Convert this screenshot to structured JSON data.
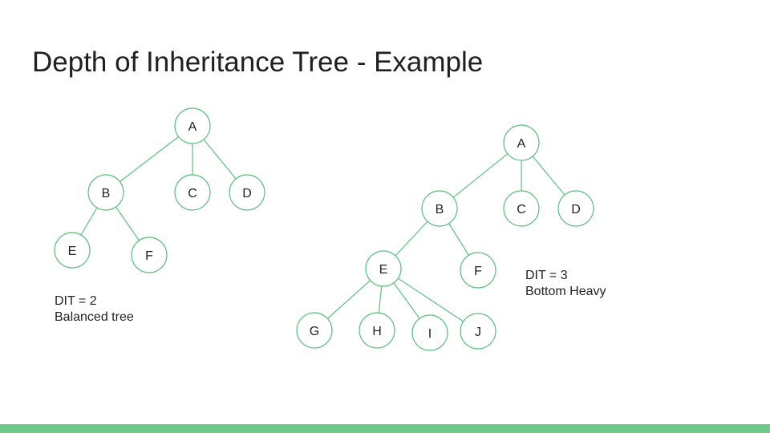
{
  "slide": {
    "title": "Depth of Inheritance Tree - Example"
  },
  "colors": {
    "accent": "#5fbf7d",
    "footer": "#6dcb8a",
    "text": "#202020"
  },
  "trees": [
    {
      "id": "left-tree",
      "caption": [
        "DIT = 2",
        "Balanced tree"
      ],
      "nodes": [
        {
          "id": "A",
          "label": "A"
        },
        {
          "id": "B",
          "label": "B"
        },
        {
          "id": "C",
          "label": "C"
        },
        {
          "id": "D",
          "label": "D"
        },
        {
          "id": "E",
          "label": "E"
        },
        {
          "id": "F",
          "label": "F"
        }
      ],
      "edges": [
        [
          "A",
          "B"
        ],
        [
          "A",
          "C"
        ],
        [
          "A",
          "D"
        ],
        [
          "B",
          "E"
        ],
        [
          "B",
          "F"
        ]
      ]
    },
    {
      "id": "right-tree",
      "caption": [
        "DIT = 3",
        "Bottom Heavy"
      ],
      "nodes": [
        {
          "id": "A",
          "label": "A"
        },
        {
          "id": "B",
          "label": "B"
        },
        {
          "id": "C",
          "label": "C"
        },
        {
          "id": "D",
          "label": "D"
        },
        {
          "id": "E",
          "label": "E"
        },
        {
          "id": "F",
          "label": "F"
        },
        {
          "id": "G",
          "label": "G"
        },
        {
          "id": "H",
          "label": "H"
        },
        {
          "id": "I",
          "label": "I"
        },
        {
          "id": "J",
          "label": "J"
        }
      ],
      "edges": [
        [
          "A",
          "B"
        ],
        [
          "A",
          "C"
        ],
        [
          "A",
          "D"
        ],
        [
          "B",
          "E"
        ],
        [
          "B",
          "F"
        ],
        [
          "E",
          "G"
        ],
        [
          "E",
          "H"
        ],
        [
          "E",
          "I"
        ],
        [
          "E",
          "J"
        ]
      ]
    }
  ]
}
